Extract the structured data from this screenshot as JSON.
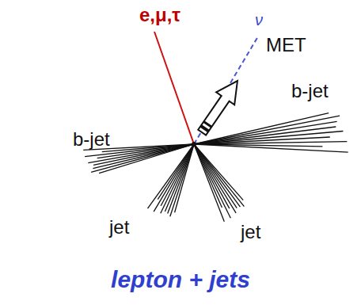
{
  "diagram": {
    "caption": "lepton + jets",
    "labels": [
      "e,μ,τ",
      "ν",
      "MET",
      "b-jet",
      "b-jet",
      "jet",
      "jet"
    ]
  }
}
